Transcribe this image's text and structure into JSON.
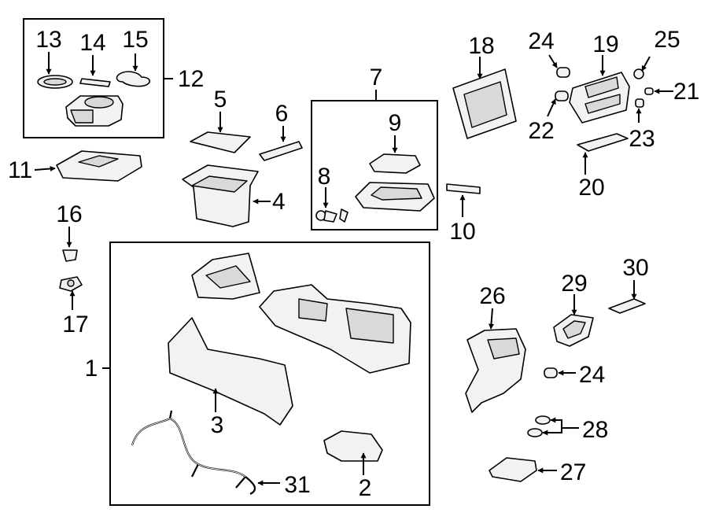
{
  "diagram": {
    "callouts": {
      "c1": "1",
      "c2": "2",
      "c3": "3",
      "c4": "4",
      "c5": "5",
      "c6": "6",
      "c7": "7",
      "c8": "8",
      "c9": "9",
      "c10": "10",
      "c11": "11",
      "c12": "12",
      "c13": "13",
      "c14": "14",
      "c15": "15",
      "c16": "16",
      "c17": "17",
      "c18": "18",
      "c19": "19",
      "c20": "20",
      "c21": "21",
      "c22": "22",
      "c23": "23",
      "c24a": "24",
      "c24b": "24",
      "c25": "25",
      "c26": "26",
      "c27": "27",
      "c28": "28",
      "c29": "29",
      "c30": "30",
      "c31": "31"
    }
  }
}
